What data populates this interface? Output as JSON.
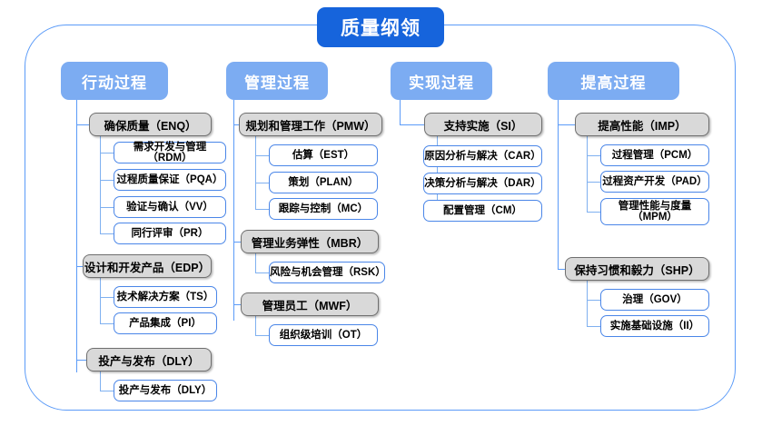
{
  "diagram": {
    "title": "质量纲领",
    "frame_color": "#5B9BF8",
    "title_color": "#1664DC",
    "header_color": "#7CACF2",
    "group_color": "#d9d9d9",
    "leaf_border_color": "#4A86E8",
    "columns": [
      {
        "header": "行动过程",
        "groups": [
          {
            "label": "确保质量（ENQ）",
            "items": [
              "需求开发与管理（RDM）",
              "过程质量保证（PQA）",
              "验证与确认（VV）",
              "同行评审（PR）"
            ]
          },
          {
            "label": "设计和开发产品（EDP）",
            "items": [
              "技术解决方案（TS）",
              "产品集成（PI）"
            ]
          },
          {
            "label": "投产与发布（DLY）",
            "items": [
              "投产与发布（DLY）"
            ]
          }
        ]
      },
      {
        "header": "管理过程",
        "groups": [
          {
            "label": "规划和管理工作（PMW）",
            "items": [
              "估算（EST）",
              "策划（PLAN）",
              "跟踪与控制（MC）"
            ]
          },
          {
            "label": "管理业务弹性（MBR）",
            "items": [
              "风险与机会管理（RSK）"
            ]
          },
          {
            "label": "管理员工（MWF）",
            "items": [
              "组织级培训（OT）"
            ]
          }
        ]
      },
      {
        "header": "实现过程",
        "groups": [
          {
            "label": "支持实施（SI）",
            "items": [
              "原因分析与解决（CAR）",
              "决策分析与解决（DAR）",
              "配置管理（CM）"
            ]
          }
        ]
      },
      {
        "header": "提高过程",
        "groups": [
          {
            "label": "提高性能（IMP）",
            "items": [
              "过程管理（PCM）",
              "过程资产开发（PAD）",
              "管理性能与度量\n（MPM）"
            ]
          },
          {
            "label": "保持习惯和毅力（SHP）",
            "items": [
              "治理（GOV）",
              "实施基础设施（II）"
            ]
          }
        ]
      }
    ]
  }
}
